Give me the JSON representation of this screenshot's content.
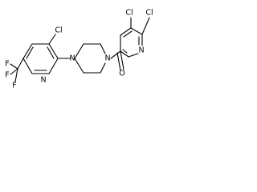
{
  "atoms": {
    "cl_left": "Cl",
    "n_left_pyridine": "N",
    "f_top": "F",
    "f_middle": "F",
    "f_bottom": "F",
    "n_piperazine_left": "N",
    "n_piperazine_right": "N",
    "o_carbonyl": "O",
    "cl_top_left": "Cl",
    "cl_top_right": "Cl",
    "n_right_pyridine": "N"
  }
}
